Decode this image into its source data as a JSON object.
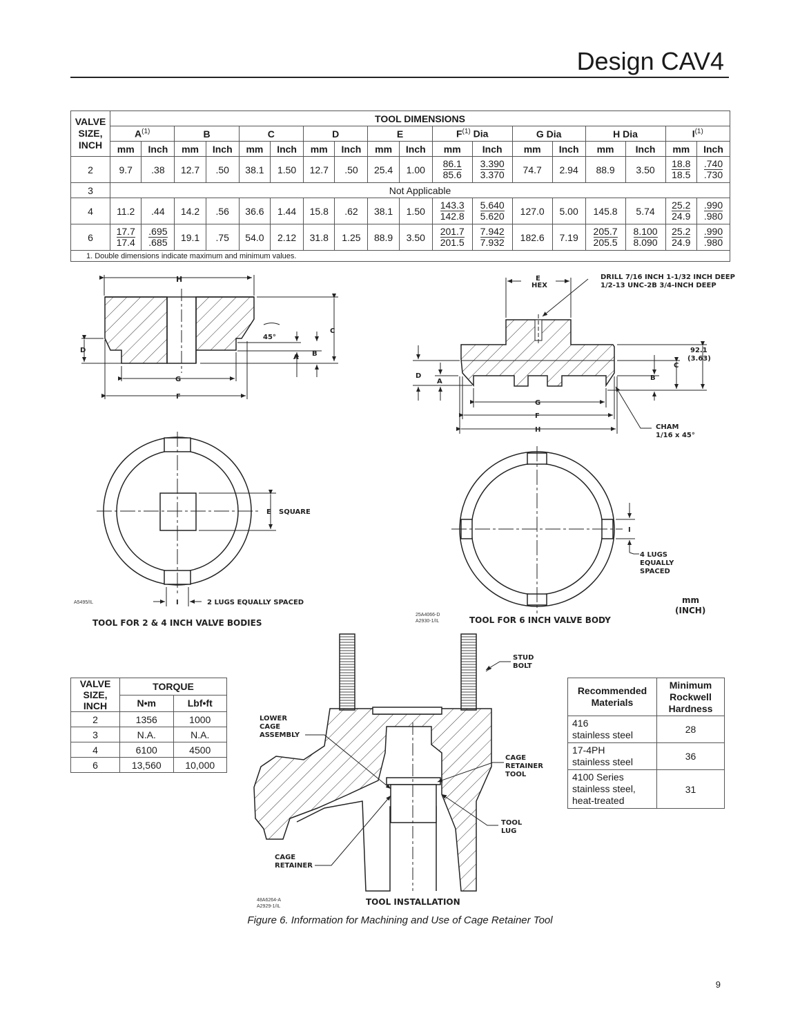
{
  "header": {
    "title": "Design CAV4"
  },
  "tool_table": {
    "corner": [
      "VALVE",
      "SIZE,",
      "INCH"
    ],
    "group_title": "TOOL DIMENSIONS",
    "dims": [
      {
        "letter": "A",
        "sup": "(1)",
        "suffix": ""
      },
      {
        "letter": "B",
        "sup": "",
        "suffix": ""
      },
      {
        "letter": "C",
        "sup": "",
        "suffix": ""
      },
      {
        "letter": "D",
        "sup": "",
        "suffix": ""
      },
      {
        "letter": "E",
        "sup": "",
        "suffix": ""
      },
      {
        "letter": "F",
        "sup": "(1)",
        "suffix": " Dia"
      },
      {
        "letter": "G Dia",
        "sup": "",
        "suffix": ""
      },
      {
        "letter": "H Dia",
        "sup": "",
        "suffix": ""
      },
      {
        "letter": "I",
        "sup": "(1)",
        "suffix": ""
      }
    ],
    "unit_mm": "mm",
    "unit_inch": "Inch",
    "rows": [
      {
        "size": "2",
        "cells": [
          "9.7",
          ".38",
          "12.7",
          ".50",
          "38.1",
          "1.50",
          "12.7",
          ".50",
          "25.4",
          "1.00",
          [
            "86.1",
            "85.6"
          ],
          [
            "3.390",
            "3.370"
          ],
          "74.7",
          "2.94",
          "88.9",
          "3.50",
          [
            "18.8",
            "18.5"
          ],
          [
            ".740",
            ".730"
          ]
        ]
      },
      {
        "size": "3",
        "na": "Not Applicable"
      },
      {
        "size": "4",
        "cells": [
          "11.2",
          ".44",
          "14.2",
          ".56",
          "36.6",
          "1.44",
          "15.8",
          ".62",
          "38.1",
          "1.50",
          [
            "143.3",
            "142.8"
          ],
          [
            "5.640",
            "5.620"
          ],
          "127.0",
          "5.00",
          "145.8",
          "5.74",
          [
            "25.2",
            "24.9"
          ],
          [
            ".990",
            ".980"
          ]
        ]
      },
      {
        "size": "6",
        "cells": [
          [
            "17.7",
            "17.4"
          ],
          [
            ".695",
            ".685"
          ],
          "19.1",
          ".75",
          "54.0",
          "2.12",
          "31.8",
          "1.25",
          "88.9",
          "3.50",
          [
            "201.7",
            "201.5"
          ],
          [
            "7.942",
            "7.932"
          ],
          "182.6",
          "7.19",
          [
            "205.7",
            "205.5"
          ],
          [
            "8.100",
            "8.090"
          ],
          [
            "25.2",
            "24.9"
          ],
          [
            ".990",
            ".980"
          ]
        ]
      }
    ],
    "footnote": "1. Double dimensions indicate maximum and minimum values."
  },
  "drawing_left": {
    "labels": {
      "H": "H",
      "C": "C",
      "D": "D",
      "angle": "45°",
      "A": "A",
      "B": "B",
      "G": "G",
      "F": "F",
      "E": "E",
      "square": "SQUARE",
      "I": "I",
      "lugs": "2 LUGS EQUALLY SPACED"
    },
    "ref": "A5495/IL",
    "caption": "TOOL FOR 2 & 4 INCH VALVE BODIES"
  },
  "drawing_right": {
    "labels": {
      "E": "E",
      "hex": "HEX",
      "drill1": "DRILL 7/16 INCH 1-1/32 INCH DEEP",
      "drill2": "1/2-13 UNC-2B 3/4-INCH DEEP",
      "dim1": "92.1",
      "dim2": "(3.63)",
      "C": "C",
      "B": "B",
      "D": "D",
      "A": "A",
      "G": "G",
      "F": "F",
      "H": "H",
      "cham1": "CHAM",
      "cham2": "1/16 x 45°",
      "I": "I",
      "lugs1": "4 LUGS",
      "lugs2": "EQUALLY",
      "lugs3": "SPACED"
    },
    "units1": "mm",
    "units2": "(INCH)",
    "ref1": "25A4066-D",
    "ref2": "A2930-1/IL",
    "caption": "TOOL FOR 6 INCH VALVE BODY"
  },
  "torque_table": {
    "corner": [
      "VALVE",
      "SIZE,",
      "INCH"
    ],
    "group_title": "TORQUE",
    "col1": "N•m",
    "col2": "Lbf•ft",
    "rows": [
      [
        "2",
        "1356",
        "1000"
      ],
      [
        "3",
        "N.A.",
        "N.A."
      ],
      [
        "4",
        "6100",
        "4500"
      ],
      [
        "6",
        "13,560",
        "10,000"
      ]
    ]
  },
  "installation": {
    "labels": {
      "stud": [
        "STUD",
        "BOLT"
      ],
      "lower": [
        "LOWER",
        "CAGE",
        "ASSEMBLY"
      ],
      "retainer_tool": [
        "CAGE",
        "RETAINER",
        "TOOL"
      ],
      "lug": [
        "TOOL",
        "LUG"
      ],
      "retainer": [
        "CAGE",
        "RETAINER"
      ]
    },
    "ref1": "48A6264-A",
    "ref2": "A2929-1/IL",
    "caption": "TOOL INSTALLATION"
  },
  "materials_table": {
    "head1": [
      "Recommended",
      "Materials"
    ],
    "head2": [
      "Minimum",
      "Rockwell",
      "Hardness"
    ],
    "rows": [
      {
        "material": [
          "416",
          "stainless steel"
        ],
        "hardness": "28"
      },
      {
        "material": [
          "17-4PH",
          "stainless steel"
        ],
        "hardness": "36"
      },
      {
        "material": [
          "4100 Series",
          "stainless steel,",
          "heat-treated"
        ],
        "hardness": "31"
      }
    ]
  },
  "figure_caption": "Figure 6. Information for Machining and Use of Cage Retainer Tool",
  "page_number": "9"
}
